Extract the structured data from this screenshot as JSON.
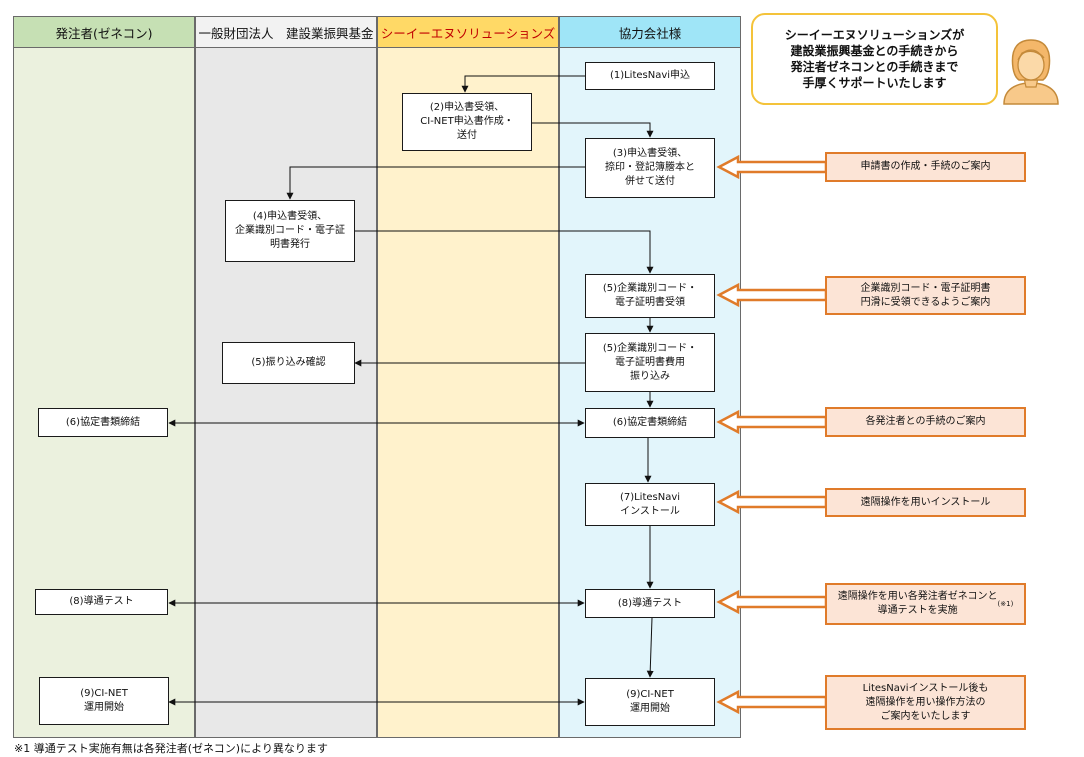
{
  "lanes": {
    "owner": "発注者(ゼネコン)",
    "foundation": "一般財団法人　建設業振興基金",
    "cie": "シーイーエヌソリューションズ",
    "partner": "協力会社様"
  },
  "steps": {
    "s1": "(1)LitesNavi申込",
    "s2": "(2)申込書受領、\nCI-NET申込書作成・\n送付",
    "s3": "(3)申込書受領、\n捺印・登記簿謄本と\n併せて送付",
    "s4": "(4)申込書受領、\n企業識別コード・電子証\n明書発行",
    "s5a": "(5)企業識別コード・\n電子証明書受領",
    "s5b": "(5)企業識別コード・\n電子証明書費用\n振り込み",
    "s5c": "(5)振り込み確認",
    "s6p": "(6)協定書類締結",
    "s6o": "(6)協定書類締結",
    "s7": "(7)LitesNavi\nインストール",
    "s8p": "(8)導通テスト",
    "s8o": "(8)導通テスト",
    "s9p": "(9)CI-NET\n運用開始",
    "s9o": "(9)CI-NET\n運用開始"
  },
  "support": {
    "a1": "申請書の作成・手続のご案内",
    "a2": "企業識別コード・電子証明書\n円滑に受領できるようご案内",
    "a3": "各発注者との手続のご案内",
    "a4": "遠隔操作を用いインストール",
    "a5_main": "遠隔操作を用い各発注者ゼネコンと\n導通テストを実施",
    "a5_note": "(※1)",
    "a6": "LitesNaviインストール後も\n遠隔操作を用い操作方法の\nご案内をいたします"
  },
  "callout": "シーイーエヌソリューションズが\n建設業振興基金との手続きから\n発注者ゼネコンとの手続きまで\n手厚くサポートいたします",
  "footnote": "※1  導通テスト実施有無は各発注者(ゼネコン)により異なります",
  "colors": {
    "owner_lane": "#c6e0b4",
    "foundation_lane": "#f2f2f2",
    "cie_lane": "#ffd966",
    "cie_text": "#c00000",
    "partner_lane": "#9fe5f7",
    "support_border": "#e07b2a",
    "support_fill": "#fce4d6",
    "callout_border": "#f4c33a"
  },
  "icons": {
    "avatar": "support-operator-icon"
  }
}
